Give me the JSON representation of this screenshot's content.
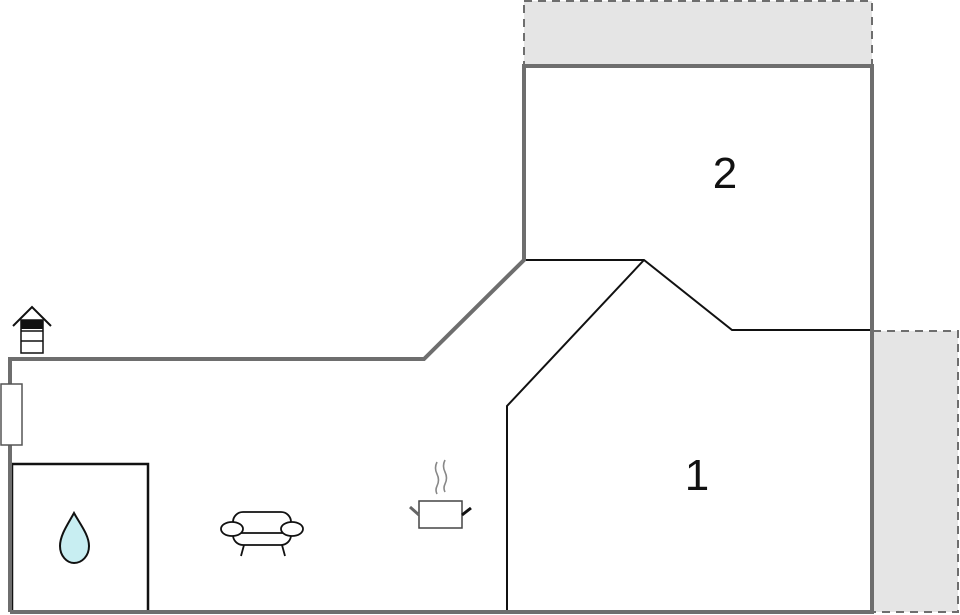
{
  "floorplan": {
    "rooms": [
      {
        "id": "room-1",
        "label": "1"
      },
      {
        "id": "room-2",
        "label": "2"
      }
    ],
    "icons": {
      "entrance": "house-entrance-icon",
      "window": "window-icon",
      "bathroom": "water-drop-icon",
      "living": "sofa-icon",
      "kitchen": "cooking-pot-icon"
    },
    "areas": {
      "terrace_top": "terrace",
      "terrace_right": "terrace"
    },
    "colors": {
      "outer_wall": "#6e6e6e",
      "inner_wall": "#111111",
      "terrace_fill": "#e5e5e5",
      "terrace_border": "#6e6e6e",
      "water_drop": "#c8eef2"
    }
  }
}
